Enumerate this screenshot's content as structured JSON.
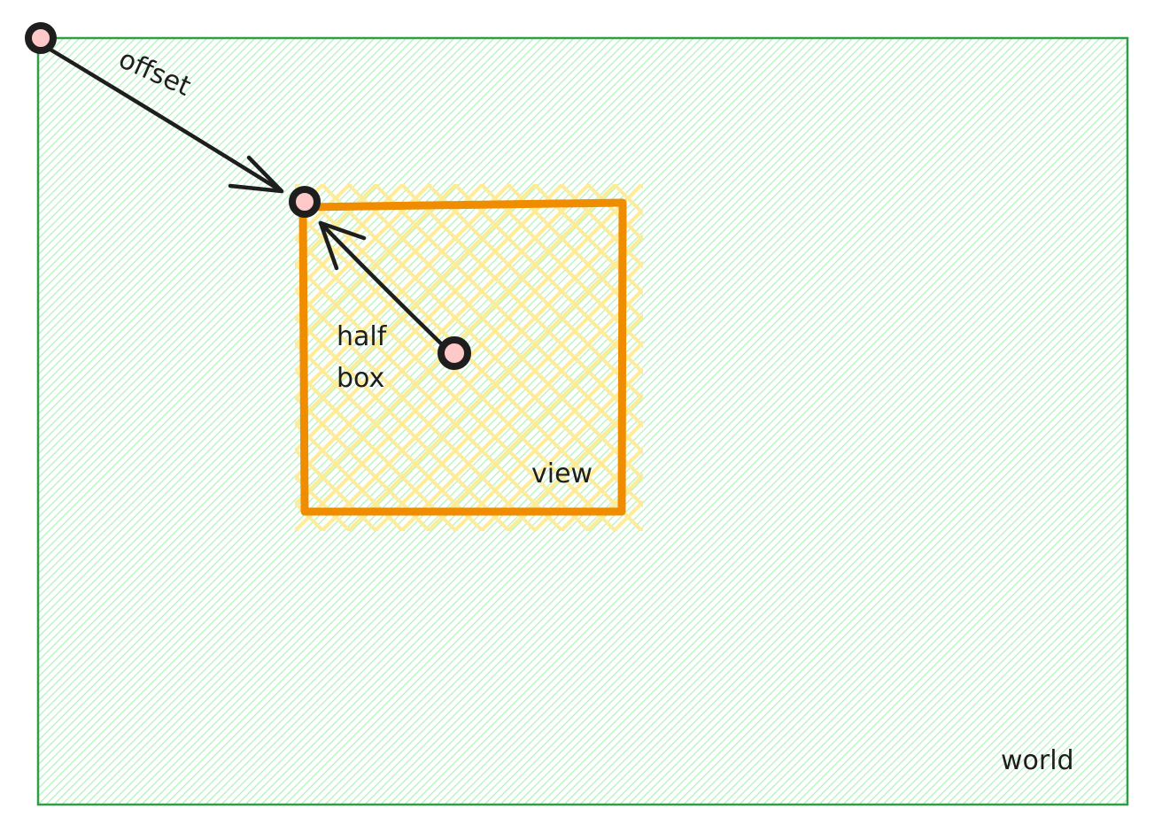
{
  "labels": {
    "offset": "offset",
    "half_box_line1": "half",
    "half_box_line2": "box",
    "view": "view",
    "world": "world"
  },
  "colors": {
    "world_stroke": "#2f9e44",
    "world_hatch": "#b2f2bb",
    "view_stroke": "#f08c00",
    "view_hatch": "#ffec99",
    "point_fill": "#ffc9c9",
    "ink": "#1e1e1e"
  }
}
